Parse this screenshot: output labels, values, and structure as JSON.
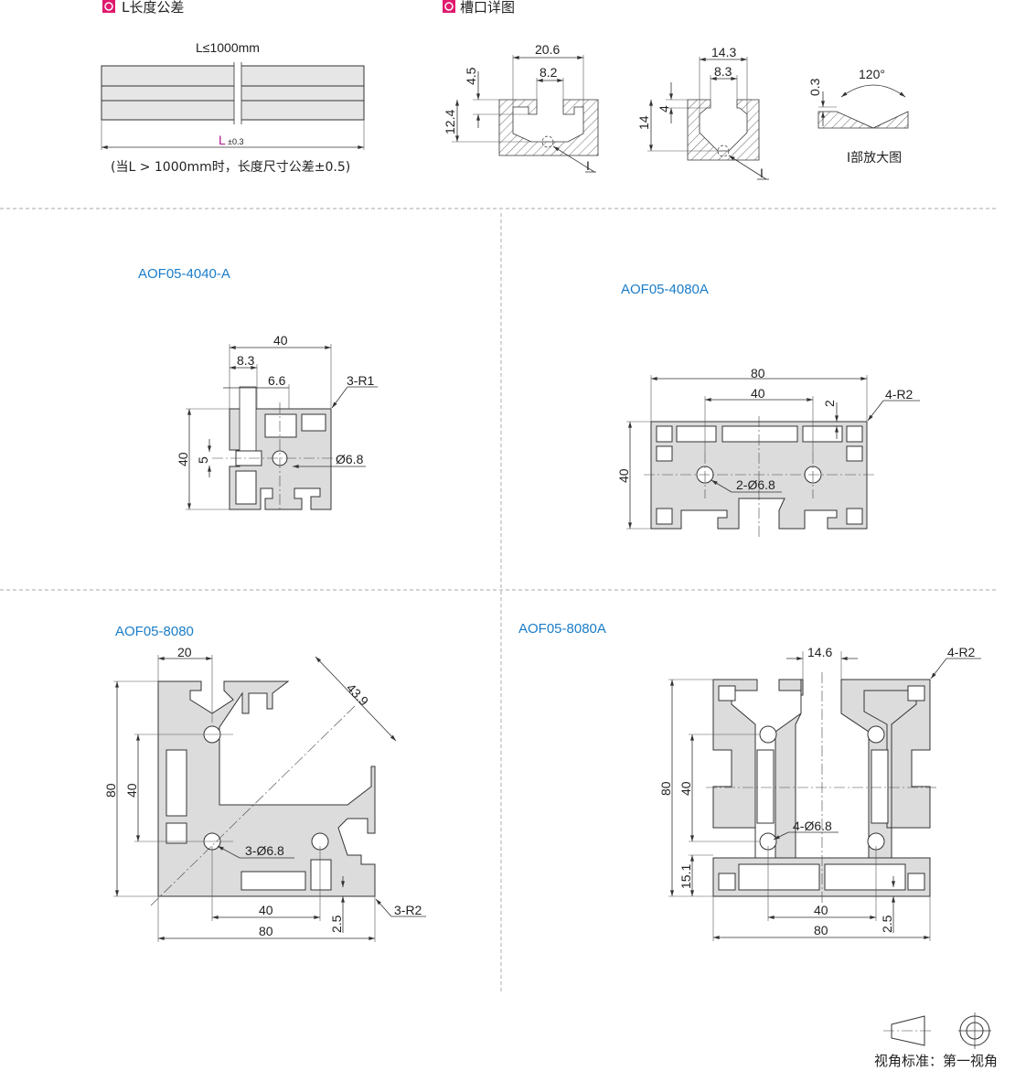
{
  "tolerance": {
    "title": "L长度公差",
    "length_max": "L≤1000mm",
    "length_symbol": "L",
    "length_tol": "±0.3",
    "note": "(当L > 1000mm时，长度尺寸公差±0.5)"
  },
  "slot": {
    "title": "槽口详图",
    "detail_a": {
      "width": "20.6",
      "opening": "8.2",
      "depth": "4.5",
      "total": "12.4",
      "mark": "I"
    },
    "detail_b": {
      "width": "14.3",
      "opening": "8.3",
      "depth": "4",
      "total": "14",
      "mark": "I"
    },
    "enlarged": {
      "angle": "120°",
      "height": "0.3",
      "caption": "I部放大图"
    }
  },
  "profiles": [
    {
      "model": "AOF05-4040-A",
      "dims": {
        "width": "40",
        "slot": "8.3",
        "wall": "6.6",
        "radius": "3-R1",
        "height": "40",
        "offset": "5",
        "hole": "Ø6.8"
      }
    },
    {
      "model": "AOF05-4080A",
      "dims": {
        "width": "80",
        "pitch": "40",
        "gap": "2",
        "radius": "4-R2",
        "height": "40",
        "hole": "2-Ø6.8"
      }
    },
    {
      "model": "AOF05-8080",
      "dims": {
        "top": "20",
        "diag": "43.9",
        "height": "80",
        "pitch_v": "40",
        "hole": "3-Ø6.8",
        "pitch_h": "40",
        "width": "80",
        "offset": "2.5",
        "radius": "3-R2"
      }
    },
    {
      "model": "AOF05-8080A",
      "dims": {
        "gap": "14.6",
        "radius": "4-R2",
        "height": "80",
        "pitch_v": "40",
        "bottom": "15.1",
        "hole": "4-Ø6.8",
        "pitch_h": "40",
        "width": "80",
        "offset": "2.5"
      }
    }
  ],
  "footer": {
    "projection": "视角标准：第一视角"
  },
  "colors": {
    "accent": "#e0196e",
    "model_label": "#1a7cc8"
  }
}
